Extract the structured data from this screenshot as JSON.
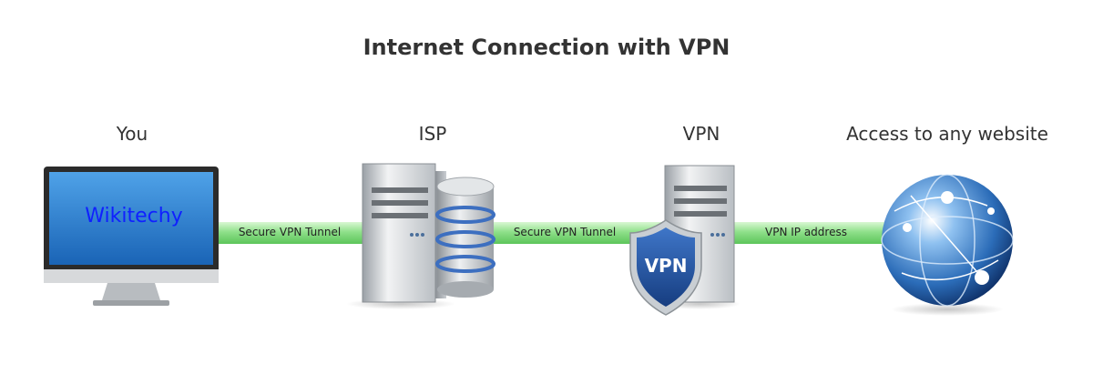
{
  "title": "Internet Connection with VPN",
  "nodes": {
    "you": "You",
    "isp": "ISP",
    "vpn": "VPN",
    "web": "Access to any website"
  },
  "monitor_text": "Wikitechy",
  "shield_text": "VPN",
  "links": {
    "link1": "Secure VPN Tunnel",
    "link2": "Secure VPN Tunnel",
    "link3": "VPN IP address"
  },
  "colors": {
    "tunnel": "#8fe08a",
    "screen": "#2a7fd4",
    "shield": "#1f4f9e",
    "globe": "#2b6cb8"
  }
}
